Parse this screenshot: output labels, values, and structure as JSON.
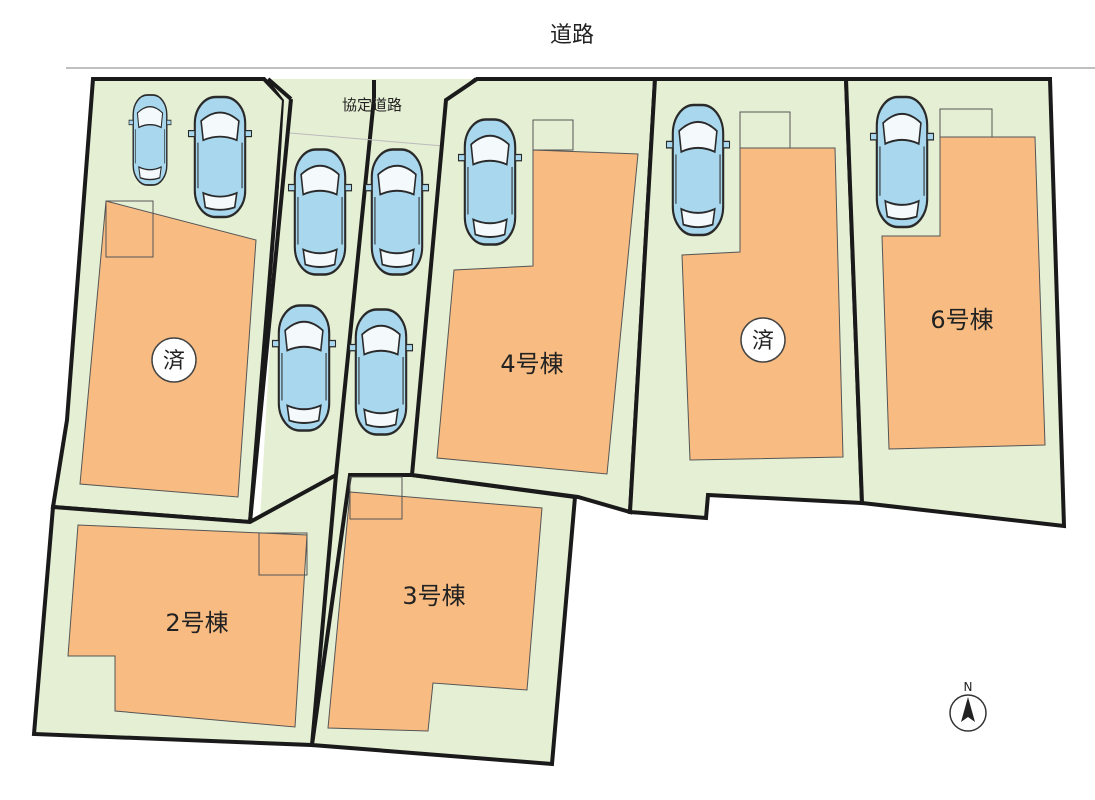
{
  "road": {
    "label": "道路"
  },
  "private_road": {
    "label": "協定道路"
  },
  "lots": [
    {
      "id": "lot-1",
      "label": "済",
      "sold": true
    },
    {
      "id": "lot-2",
      "label": "2号棟",
      "sold": false
    },
    {
      "id": "lot-3",
      "label": "3号棟",
      "sold": false
    },
    {
      "id": "lot-4",
      "label": "4号棟",
      "sold": false
    },
    {
      "id": "lot-5",
      "label": "済",
      "sold": true
    },
    {
      "id": "lot-6",
      "label": "6号棟",
      "sold": false
    }
  ],
  "compass": {
    "label": "N"
  },
  "colors": {
    "lot_fill": "#e5efd4",
    "building_fill": "#f8bc82",
    "car_fill": "#a9d8ee",
    "boundary": "#1a1a1a"
  },
  "icons": {
    "car": "car-icon",
    "compass": "north-arrow-icon",
    "sold": "sold-badge-icon"
  }
}
